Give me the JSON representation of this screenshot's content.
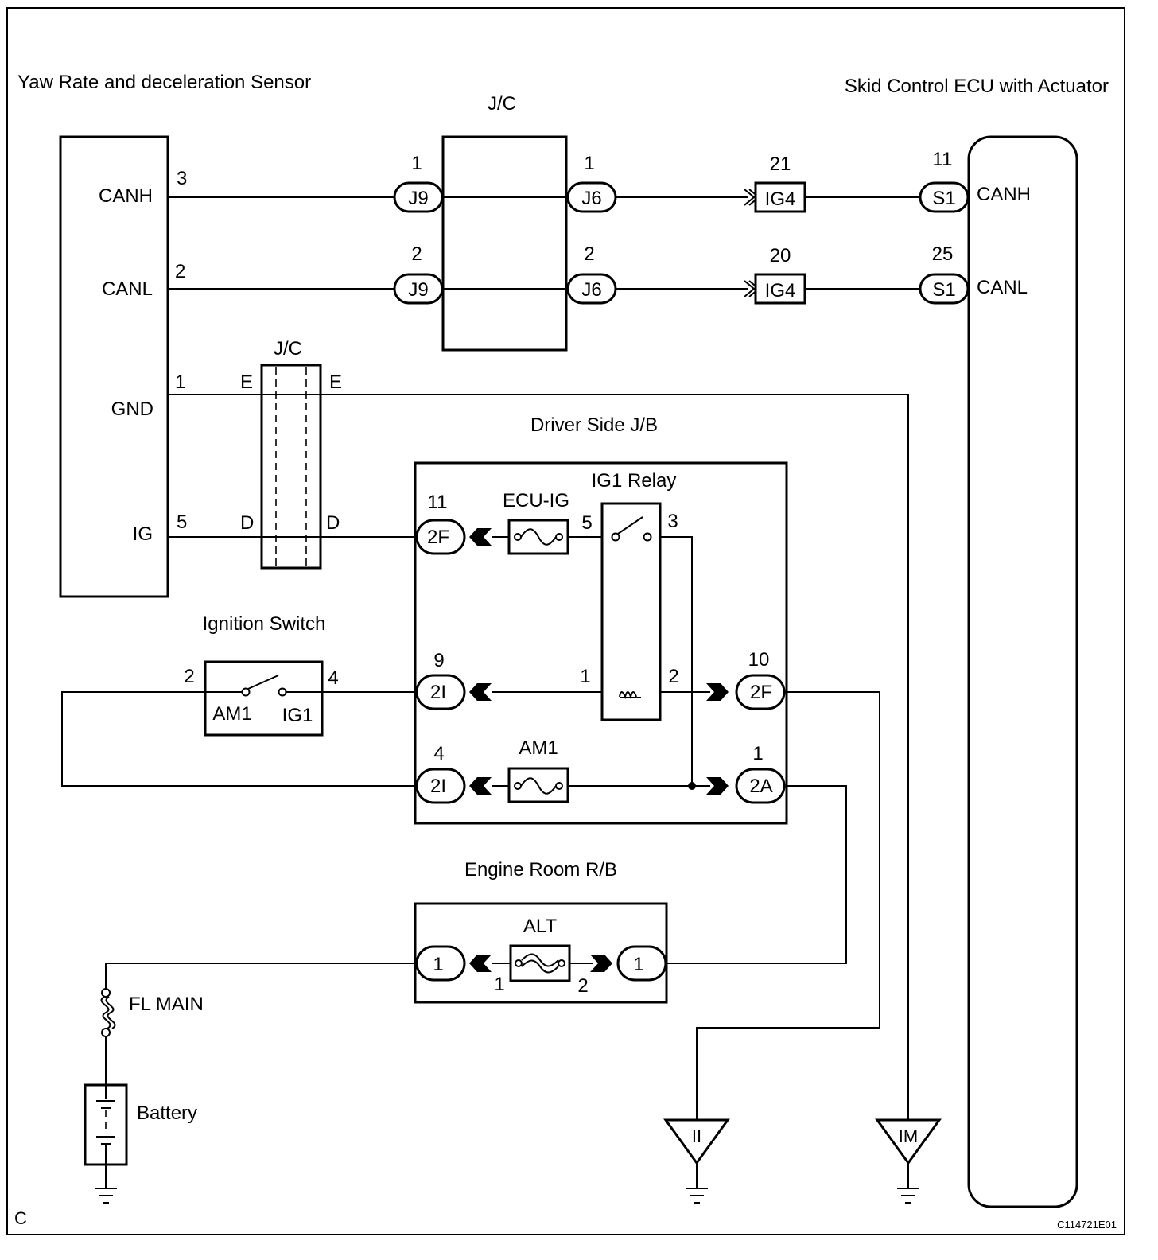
{
  "diagram": {
    "frame_letter": "C",
    "code": "C114721E01",
    "components": {
      "yaw_sensor": {
        "title": "Yaw Rate and deceleration Sensor",
        "terminals": [
          {
            "name": "CANH",
            "pin": "3"
          },
          {
            "name": "CANL",
            "pin": "2"
          },
          {
            "name": "GND",
            "pin": "1"
          },
          {
            "name": "IG",
            "pin": "5"
          }
        ]
      },
      "skid_ecu": {
        "title": "Skid Control ECU with Actuator",
        "terminals": [
          {
            "name": "CANH",
            "pin": "11",
            "connector": "S1"
          },
          {
            "name": "CANL",
            "pin": "25",
            "connector": "S1"
          }
        ]
      },
      "jc_top": {
        "title": "J/C",
        "left_connector": "J9",
        "right_connector": "J6",
        "pins": [
          "1",
          "2"
        ]
      },
      "jc_mid": {
        "title": "J/C",
        "left_labels": [
          "E",
          "D"
        ],
        "right_labels": [
          "E",
          "D"
        ]
      },
      "ig4": {
        "connector": "IG4",
        "pins": [
          "21",
          "20"
        ]
      },
      "driver_jb": {
        "title": "Driver Side J/B",
        "relay_title": "IG1 Relay",
        "fuse_ecu_ig": "ECU-IG",
        "fuse_am1": "AM1",
        "connectors": [
          {
            "pin": "11",
            "label": "2F"
          },
          {
            "pin": "9",
            "label": "2I"
          },
          {
            "pin": "4",
            "label": "2I"
          },
          {
            "pin": "10",
            "label": "2F"
          },
          {
            "pin": "1",
            "label": "2A"
          }
        ],
        "relay_pins": [
          "5",
          "3",
          "1",
          "2"
        ]
      },
      "ignition_switch": {
        "title": "Ignition Switch",
        "pins": [
          "2",
          "4"
        ],
        "contacts": [
          "AM1",
          "IG1"
        ]
      },
      "engine_rb": {
        "title": "Engine Room R/B",
        "fuse": "ALT",
        "connector_labels": [
          "1",
          "1"
        ],
        "pins": [
          "1",
          "2"
        ]
      },
      "fl_main": {
        "label": "FL MAIN"
      },
      "battery": {
        "label": "Battery"
      },
      "grounds": [
        {
          "label": "II"
        },
        {
          "label": "IM"
        }
      ]
    }
  }
}
